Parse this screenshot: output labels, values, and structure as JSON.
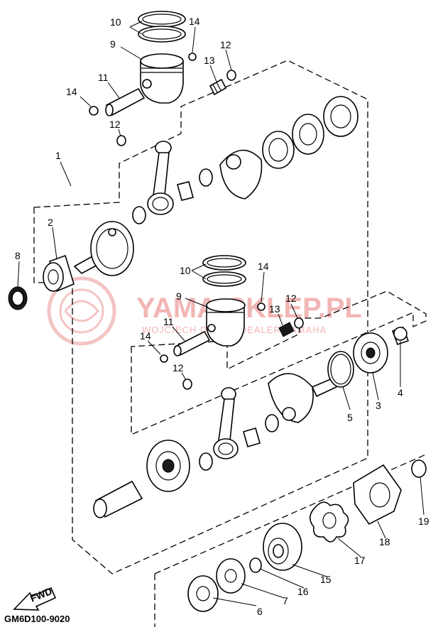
{
  "diagram_code": "GM6D100-9020",
  "fwd_label": "FWD",
  "watermark": {
    "main": "YAMA-SKLEP.PL",
    "sub": "WOJCIECH DMÓŻ | DEALER YAMAHA"
  },
  "callouts": {
    "c1": "1",
    "c2": "2",
    "c3": "3",
    "c4": "4",
    "c5": "5",
    "c6": "6",
    "c7": "7",
    "c8": "8",
    "c9_top": "9",
    "c9_mid": "9",
    "c10_top": "10",
    "c10_mid": "10",
    "c11_top": "11",
    "c11_mid": "11",
    "c12_top_a": "12",
    "c12_top_b": "12",
    "c12_mid_a": "12",
    "c12_mid_b": "12",
    "c13_top": "13",
    "c13_mid": "13",
    "c14_top_a": "14",
    "c14_top_b": "14",
    "c14_mid_a": "14",
    "c14_mid_b": "14",
    "c15": "15",
    "c16": "16",
    "c17": "17",
    "c18": "18",
    "c19": "19"
  }
}
